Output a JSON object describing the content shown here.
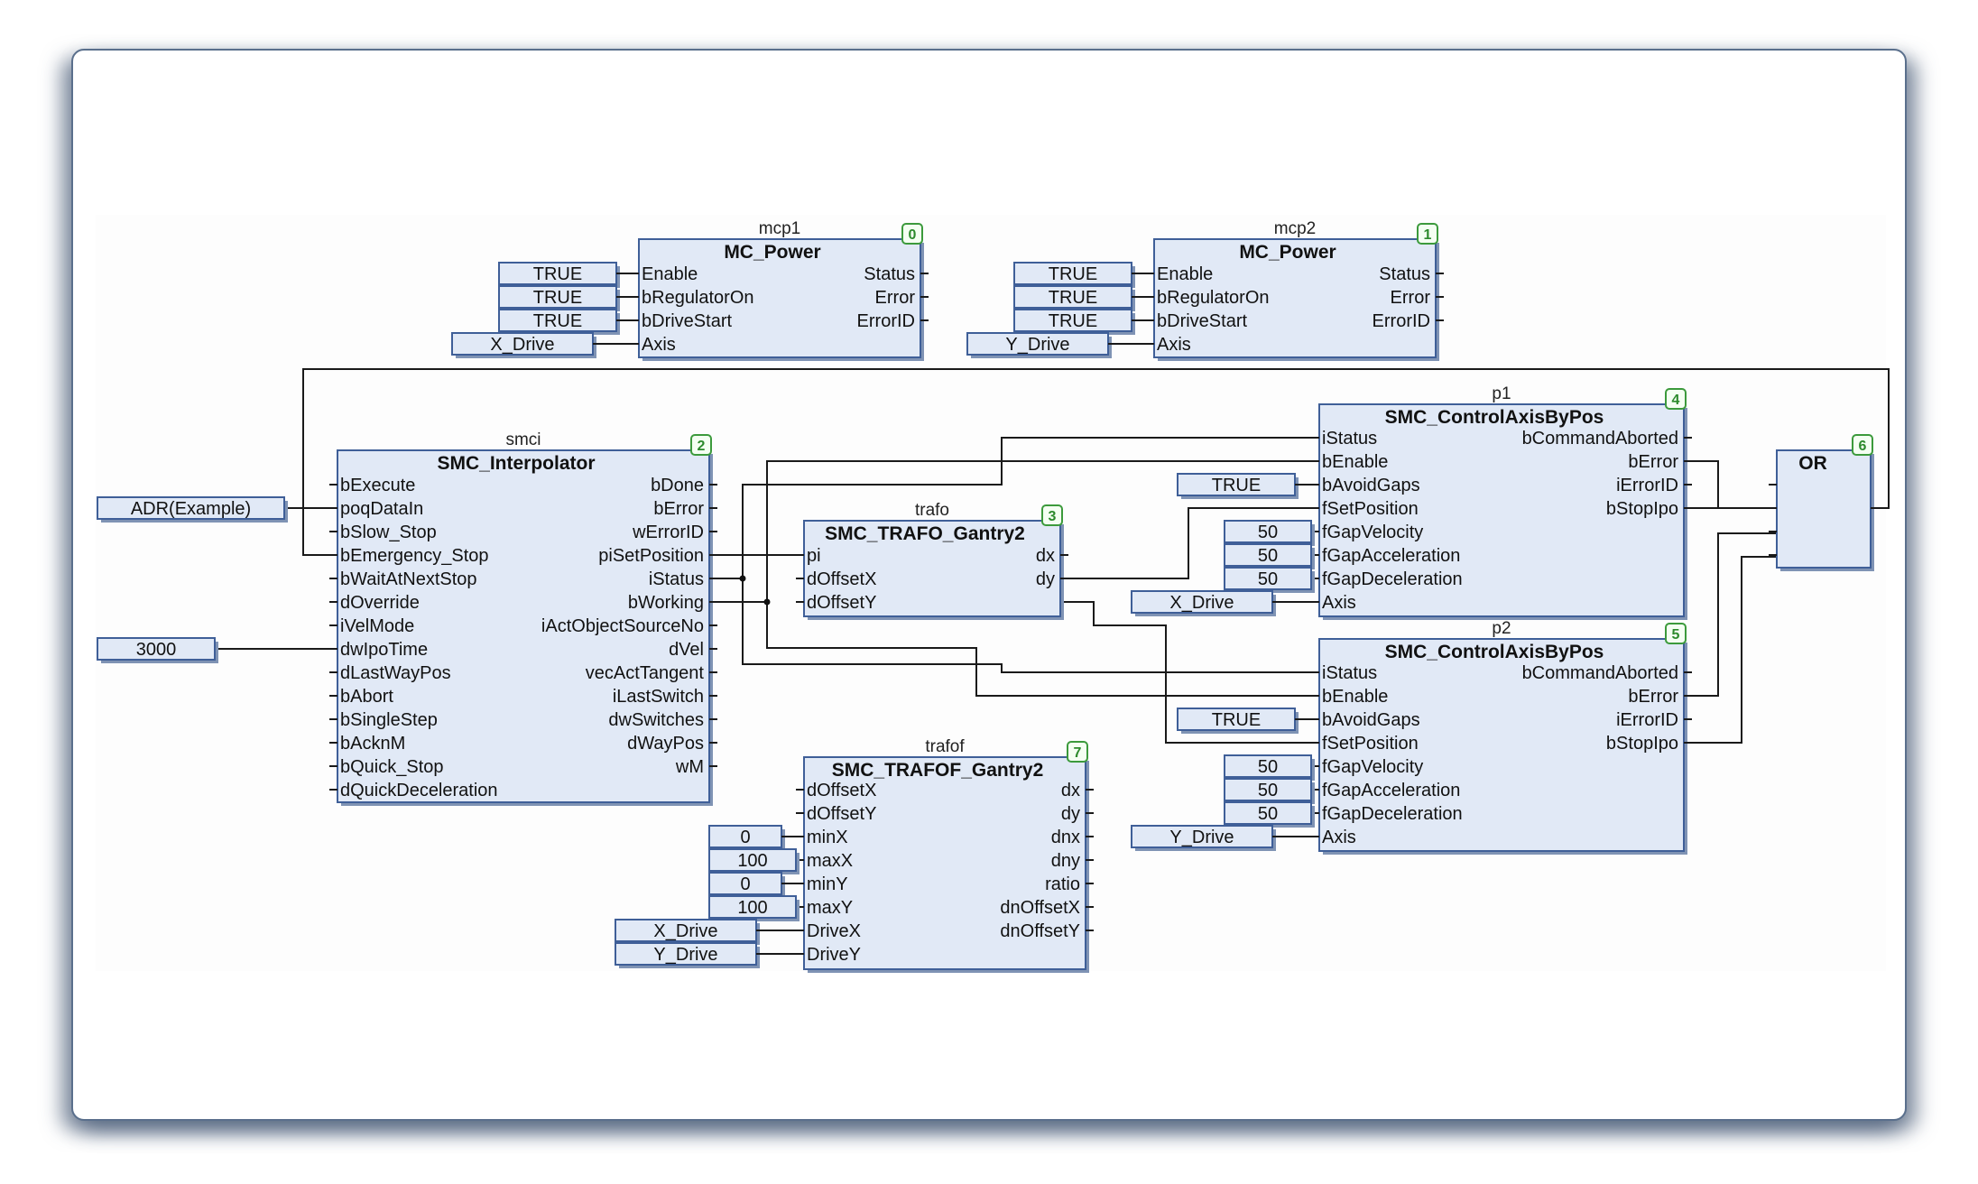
{
  "diagram": {
    "type": "CFC function block diagram",
    "blocks": [
      {
        "id": "mcp1",
        "instance": "mcp1",
        "type": "MC_Power",
        "order": "0",
        "inputs": [
          "Enable",
          "bRegulatorOn",
          "bDriveStart",
          "Axis"
        ],
        "outputs": [
          "Status",
          "Error",
          "ErrorID"
        ]
      },
      {
        "id": "mcp2",
        "instance": "mcp2",
        "type": "MC_Power",
        "order": "1",
        "inputs": [
          "Enable",
          "bRegulatorOn",
          "bDriveStart",
          "Axis"
        ],
        "outputs": [
          "Status",
          "Error",
          "ErrorID"
        ]
      },
      {
        "id": "smci",
        "instance": "smci",
        "type": "SMC_Interpolator",
        "order": "2",
        "inputs": [
          "bExecute",
          "poqDataIn",
          "bSlow_Stop",
          "bEmergency_Stop",
          "bWaitAtNextStop",
          "dOverride",
          "iVelMode",
          "dwIpoTime",
          "dLastWayPos",
          "bAbort",
          "bSingleStep",
          "bAcknM",
          "bQuick_Stop",
          "dQuickDeceleration"
        ],
        "outputs": [
          "bDone",
          "bError",
          "wErrorID",
          "piSetPosition",
          "iStatus",
          "bWorking",
          "iActObjectSourceNo",
          "dVel",
          "vecActTangent",
          "iLastSwitch",
          "dwSwitches",
          "dWayPos",
          "wM"
        ]
      },
      {
        "id": "trafo",
        "instance": "trafo",
        "type": "SMC_TRAFO_Gantry2",
        "order": "3",
        "inputs": [
          "pi",
          "dOffsetX",
          "dOffsetY"
        ],
        "outputs": [
          "dx",
          "dy"
        ]
      },
      {
        "id": "p1",
        "instance": "p1",
        "type": "SMC_ControlAxisByPos",
        "order": "4",
        "inputs": [
          "iStatus",
          "bEnable",
          "bAvoidGaps",
          "fSetPosition",
          "fGapVelocity",
          "fGapAcceleration",
          "fGapDeceleration",
          "Axis"
        ],
        "outputs": [
          "bCommandAborted",
          "bError",
          "iErrorID",
          "bStopIpo"
        ]
      },
      {
        "id": "p2",
        "instance": "p2",
        "type": "SMC_ControlAxisByPos",
        "order": "5",
        "inputs": [
          "iStatus",
          "bEnable",
          "bAvoidGaps",
          "fSetPosition",
          "fGapVelocity",
          "fGapAcceleration",
          "fGapDeceleration",
          "Axis"
        ],
        "outputs": [
          "bCommandAborted",
          "bError",
          "iErrorID",
          "bStopIpo"
        ]
      },
      {
        "id": "or",
        "instance": "",
        "type": "OR",
        "order": "6",
        "inputs": [
          "",
          "",
          "",
          ""
        ],
        "outputs": [
          ""
        ]
      },
      {
        "id": "trafof",
        "instance": "trafof",
        "type": "SMC_TRAFOF_Gantry2",
        "order": "7",
        "inputs": [
          "dOffsetX",
          "dOffsetY",
          "minX",
          "maxX",
          "minY",
          "maxY",
          "DriveX",
          "DriveY"
        ],
        "outputs": [
          "dx",
          "dy",
          "dnx",
          "dny",
          "ratio",
          "dnOffsetX",
          "dnOffsetY"
        ]
      }
    ],
    "literals": [
      {
        "id": "mcp1_en",
        "value": "TRUE",
        "target": "mcp1.Enable"
      },
      {
        "id": "mcp1_reg",
        "value": "TRUE",
        "target": "mcp1.bRegulatorOn"
      },
      {
        "id": "mcp1_ds",
        "value": "TRUE",
        "target": "mcp1.bDriveStart"
      },
      {
        "id": "mcp1_ax",
        "value": "X_Drive",
        "target": "mcp1.Axis"
      },
      {
        "id": "mcp2_en",
        "value": "TRUE",
        "target": "mcp2.Enable"
      },
      {
        "id": "mcp2_reg",
        "value": "TRUE",
        "target": "mcp2.bRegulatorOn"
      },
      {
        "id": "mcp2_ds",
        "value": "TRUE",
        "target": "mcp2.bDriveStart"
      },
      {
        "id": "mcp2_ax",
        "value": "Y_Drive",
        "target": "mcp2.Axis"
      },
      {
        "id": "smci_data",
        "value": "ADR(Example)",
        "target": "smci.poqDataIn"
      },
      {
        "id": "smci_ipo",
        "value": "3000",
        "target": "smci.dwIpoTime"
      },
      {
        "id": "p1_gaps",
        "value": "TRUE",
        "target": "p1.bAvoidGaps"
      },
      {
        "id": "p1_gv",
        "value": "50",
        "target": "p1.fGapVelocity"
      },
      {
        "id": "p1_ga",
        "value": "50",
        "target": "p1.fGapAcceleration"
      },
      {
        "id": "p1_gd",
        "value": "50",
        "target": "p1.fGapDeceleration"
      },
      {
        "id": "p1_ax",
        "value": "X_Drive",
        "target": "p1.Axis"
      },
      {
        "id": "p2_gaps",
        "value": "TRUE",
        "target": "p2.bAvoidGaps"
      },
      {
        "id": "p2_gv",
        "value": "50",
        "target": "p2.fGapVelocity"
      },
      {
        "id": "p2_ga",
        "value": "50",
        "target": "p2.fGapAcceleration"
      },
      {
        "id": "p2_gd",
        "value": "50",
        "target": "p2.fGapDeceleration"
      },
      {
        "id": "p2_ax",
        "value": "Y_Drive",
        "target": "p2.Axis"
      },
      {
        "id": "tf_minx",
        "value": "0",
        "target": "trafof.minX"
      },
      {
        "id": "tf_maxx",
        "value": "100",
        "target": "trafof.maxX"
      },
      {
        "id": "tf_miny",
        "value": "0",
        "target": "trafof.minY"
      },
      {
        "id": "tf_maxy",
        "value": "100",
        "target": "trafof.maxY"
      },
      {
        "id": "tf_dx",
        "value": "X_Drive",
        "target": "trafof.DriveX"
      },
      {
        "id": "tf_dy",
        "value": "Y_Drive",
        "target": "trafof.DriveY"
      }
    ],
    "connections": [
      "smci.piSetPosition -> trafo.pi",
      "smci.iStatus -> p1.iStatus",
      "smci.iStatus -> p2.iStatus",
      "smci.bWorking -> p1.bEnable",
      "smci.bWorking -> p2.bEnable",
      "trafo.dx -> p1.fSetPosition",
      "trafo.dy -> p2.fSetPosition",
      "p1.bError -> or.in1",
      "p1.bStopIpo -> or.in2",
      "p2.bError -> or.in3",
      "p2.bStopIpo -> or.in4",
      "or.out -> smci.bEmergency_Stop"
    ]
  }
}
